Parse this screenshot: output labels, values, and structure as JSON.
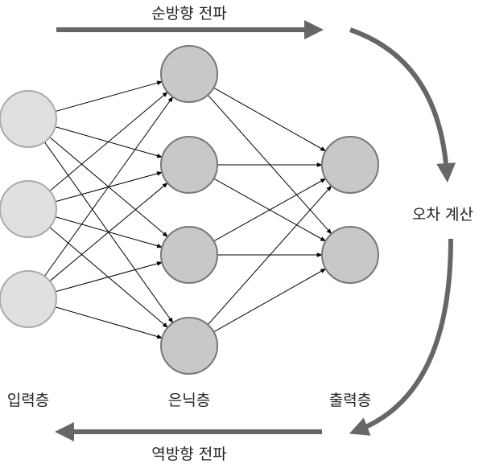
{
  "labels": {
    "forward": "순방향 전파",
    "backward": "역방향 전파",
    "error": "오차 계산",
    "input_layer": "입력층",
    "hidden_layer": "은닉층",
    "output_layer": "출력층"
  },
  "layers": {
    "input": 3,
    "hidden": 4,
    "output": 2
  },
  "colors": {
    "input_node": "#e0e0e0",
    "hidden_node": "#c8c8c8",
    "arrow": "#666666",
    "edge": "#000000"
  }
}
